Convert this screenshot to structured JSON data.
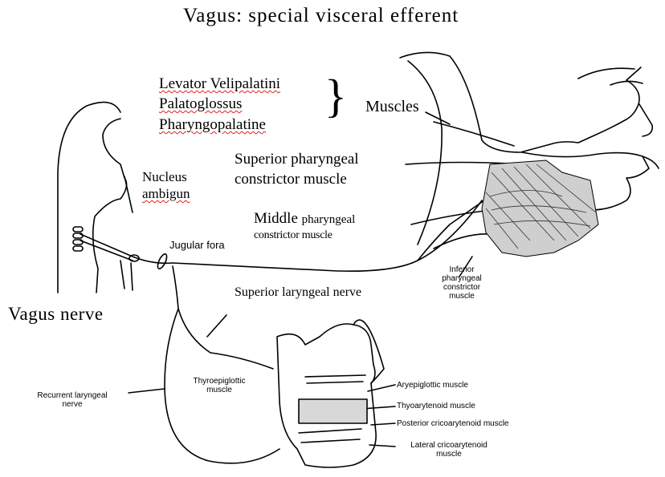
{
  "title": "Vagus: special visceral efferent",
  "muscles_group": {
    "items": [
      "Levator Velipalatini",
      "Palatoglossus",
      "Pharyngopalatine"
    ],
    "brace": "}",
    "label": "Muscles"
  },
  "labels": {
    "nucleus_line1": "Nucleus",
    "nucleus_line2": "ambigun",
    "superior_pharyngeal_line1": "Superior pharyngeal",
    "superior_pharyngeal_line2": "constrictor muscle",
    "middle_pharyngeal_line1a": "Middle",
    "middle_pharyngeal_line1b": "pharyngeal",
    "middle_pharyngeal_line2": "constrictor muscle",
    "jugular": "Jugular fora",
    "inferior_line1": "Inferior",
    "inferior_line2": "pharyngeal",
    "inferior_line3": "constrictor",
    "inferior_line4": "muscle",
    "superior_laryngeal": "Superior laryngeal nerve",
    "vagus_nerve": "Vagus nerve",
    "recurrent_line1": "Recurrent laryngeal",
    "recurrent_line2": "nerve",
    "thyroepiglottic_line1": "Thyroepiglottic",
    "thyroepiglottic_line2": "muscle",
    "aryepiglottic": "Aryepiglottic muscle",
    "thyoarytenoid": "Thyoarytenoid muscle",
    "posterior_crico": "Posterior cricoarytenoid muscle",
    "lateral_crico_line1": "Lateral cricoarytenoid",
    "lateral_crico_line2": "muscle"
  }
}
